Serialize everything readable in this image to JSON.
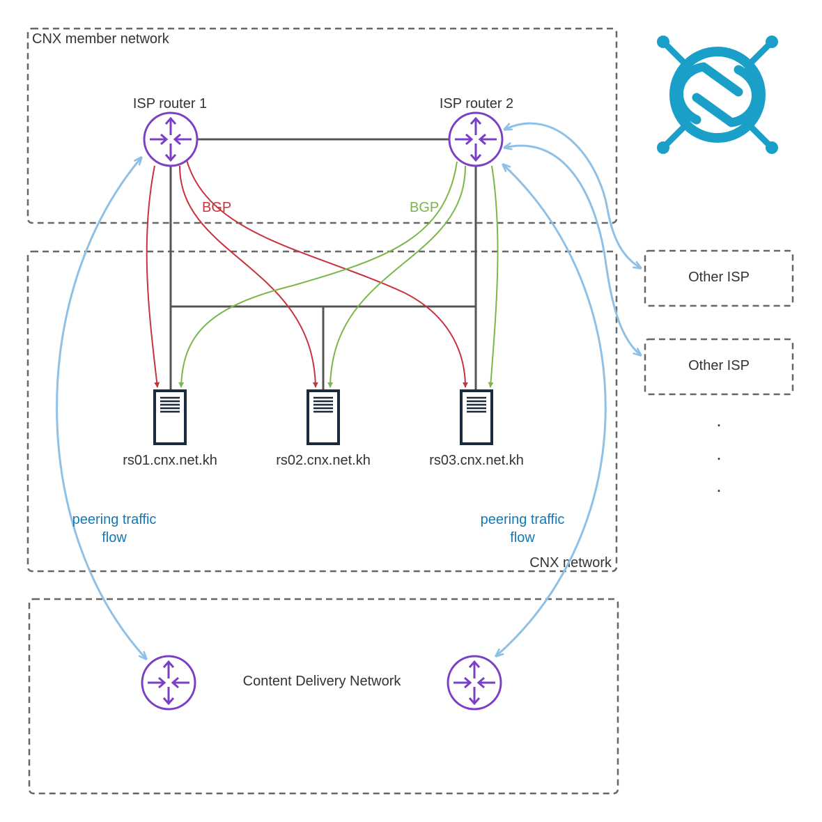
{
  "colors": {
    "router": "#7a3fc4",
    "server": "#1b2a3a",
    "bgp_red": "#c8323c",
    "bgp_green": "#7ab648",
    "peering": "#8fc0e6",
    "peering_text": "#1478b4",
    "box_border": "#666666",
    "link": "#555555",
    "logo": "#1aa0c8"
  },
  "regions": {
    "member": "CNX member network",
    "cnx": "CNX network",
    "cdn": "Content Delivery Network"
  },
  "routers": {
    "isp1": "ISP router 1",
    "isp2": "ISP router 2"
  },
  "servers": [
    "rs01.cnx.net.kh",
    "rs02.cnx.net.kh",
    "rs03.cnx.net.kh"
  ],
  "bgp": {
    "left": "BGP",
    "right": "BGP"
  },
  "peering": {
    "left": [
      "peering traffic",
      "flow"
    ],
    "right": [
      "peering traffic",
      "flow"
    ]
  },
  "other_isps": [
    "Other ISP",
    "Other ISP"
  ],
  "ellipsis": [
    ".",
    ".",
    "."
  ],
  "icons": {
    "router": "router-icon",
    "server": "server-icon",
    "logo": "cnx-logo-icon"
  }
}
